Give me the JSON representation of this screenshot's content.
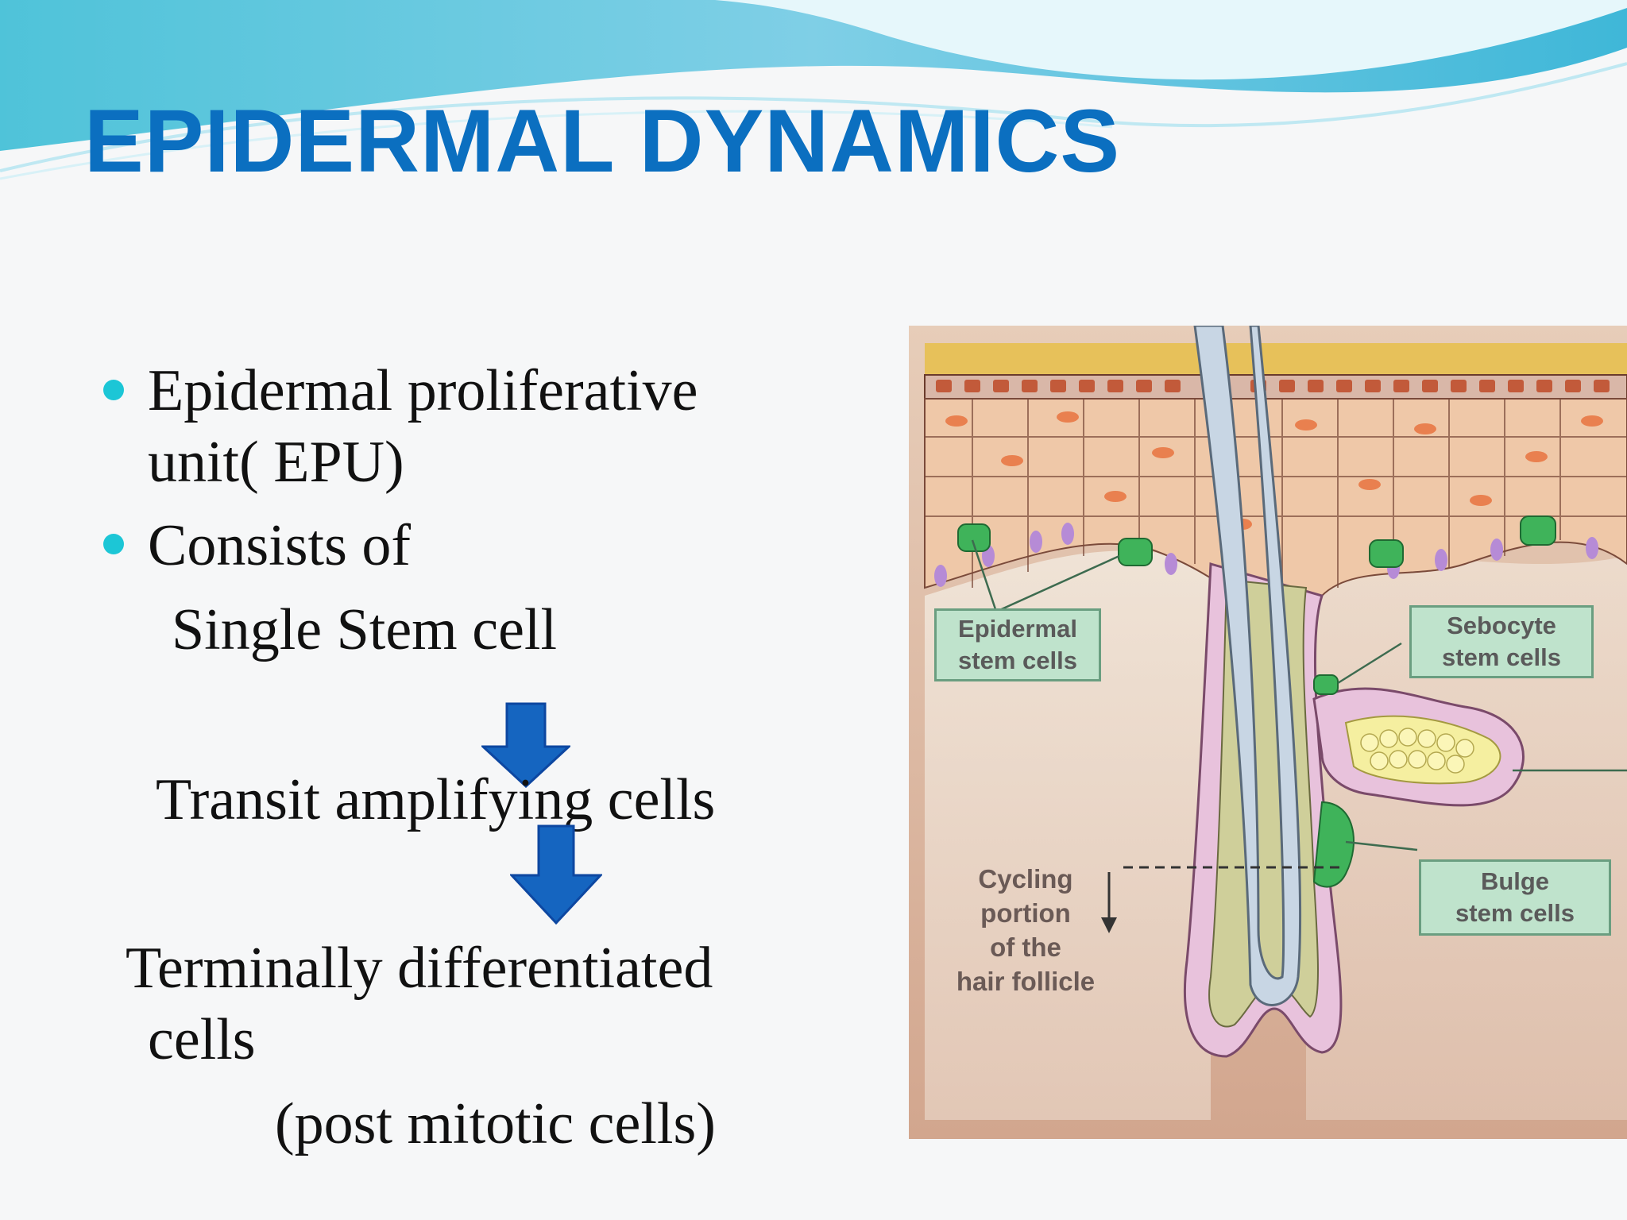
{
  "slide": {
    "title": "EPIDERMAL DYNAMICS",
    "bullets": [
      {
        "line1": "Epidermal proliferative",
        "line2": "unit( EPU)"
      },
      {
        "line1": "Consists of"
      }
    ],
    "flow": {
      "step1": "Single Stem cell",
      "step2": "Transit amplifying cells",
      "step3_line1": "Terminally differentiated",
      "step3_line2": "cells",
      "step3_note": "(post mitotic cells)"
    },
    "colors": {
      "title": "#0b6fc0",
      "bullet": "#1cc6d6",
      "arrow": "#1565c0"
    }
  },
  "figure": {
    "labels": {
      "epidermal_line1": "Epidermal",
      "epidermal_line2": "stem cells",
      "sebocyte_line1": "Sebocyte",
      "sebocyte_line2": "stem cells",
      "bulge_line1": "Bulge",
      "bulge_line2": "stem cells",
      "cycling_line1": "Cycling",
      "cycling_line2": "portion",
      "cycling_line3": "of the",
      "cycling_line4": "hair follicle"
    }
  }
}
